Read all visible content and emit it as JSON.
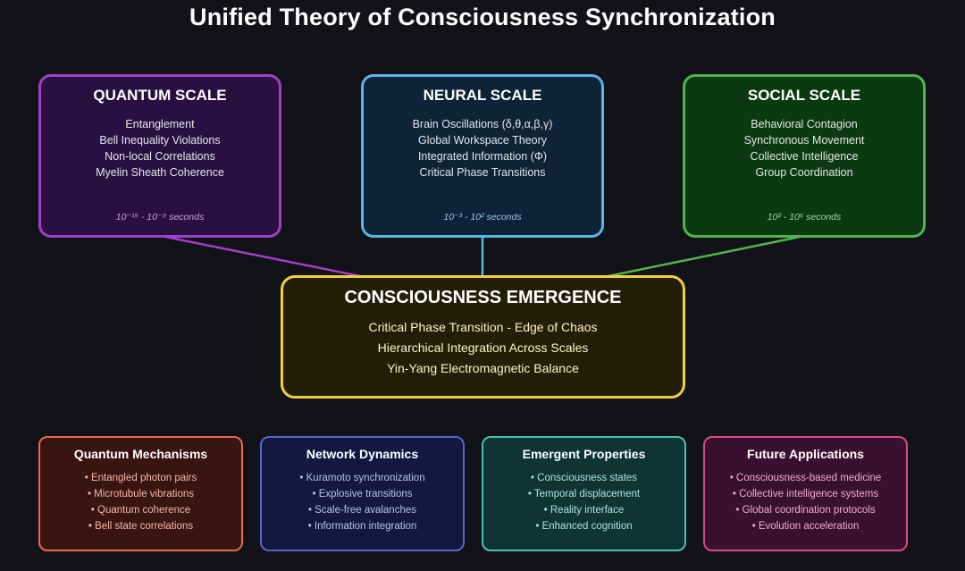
{
  "title": "Unified Theory of Consciousness Synchronization",
  "colors": {
    "background": "#111318",
    "quantum": "#a040c8",
    "neural": "#5fb4e6",
    "social": "#52b34e",
    "emergence": "#f0d040",
    "mechanisms": "#e86a50",
    "network": "#5a66c8",
    "emergent": "#4cc0b8",
    "future": "#d84a8a"
  },
  "scales": [
    {
      "title": "QUANTUM SCALE",
      "items": [
        "Entanglement",
        "Bell Inequality Violations",
        "Non-local Correlations",
        "Myelin Sheath Coherence"
      ],
      "timescale": "10⁻¹⁵ - 10⁻⁹ seconds"
    },
    {
      "title": "NEURAL SCALE",
      "items": [
        "Brain Oscillations (δ,θ,α,β,γ)",
        "Global Workspace Theory",
        "Integrated Information (Φ)",
        "Critical Phase Transitions"
      ],
      "timescale": "10⁻³ - 10² seconds"
    },
    {
      "title": "SOCIAL SCALE",
      "items": [
        "Behavioral Contagion",
        "Synchronous Movement",
        "Collective Intelligence",
        "Group Coordination"
      ],
      "timescale": "10² - 10⁶ seconds"
    }
  ],
  "emergence": {
    "title": "CONSCIOUSNESS EMERGENCE",
    "items": [
      "Critical Phase Transition - Edge of Chaos",
      "Hierarchical Integration Across Scales",
      "Yin-Yang Electromagnetic Balance"
    ]
  },
  "details": [
    {
      "title": "Quantum Mechanisms",
      "items": [
        "• Entangled photon pairs",
        "• Microtubule vibrations",
        "• Quantum coherence",
        "• Bell state correlations"
      ]
    },
    {
      "title": "Network Dynamics",
      "items": [
        "• Kuramoto synchronization",
        "• Explosive transitions",
        "• Scale-free avalanches",
        "• Information integration"
      ]
    },
    {
      "title": "Emergent Properties",
      "items": [
        "• Consciousness states",
        "• Temporal displacement",
        "• Reality interface",
        "• Enhanced cognition"
      ]
    },
    {
      "title": "Future Applications",
      "items": [
        "• Consciousness-based medicine",
        "• Collective intelligence systems",
        "• Global coordination protocols",
        "• Evolution acceleration"
      ]
    }
  ]
}
